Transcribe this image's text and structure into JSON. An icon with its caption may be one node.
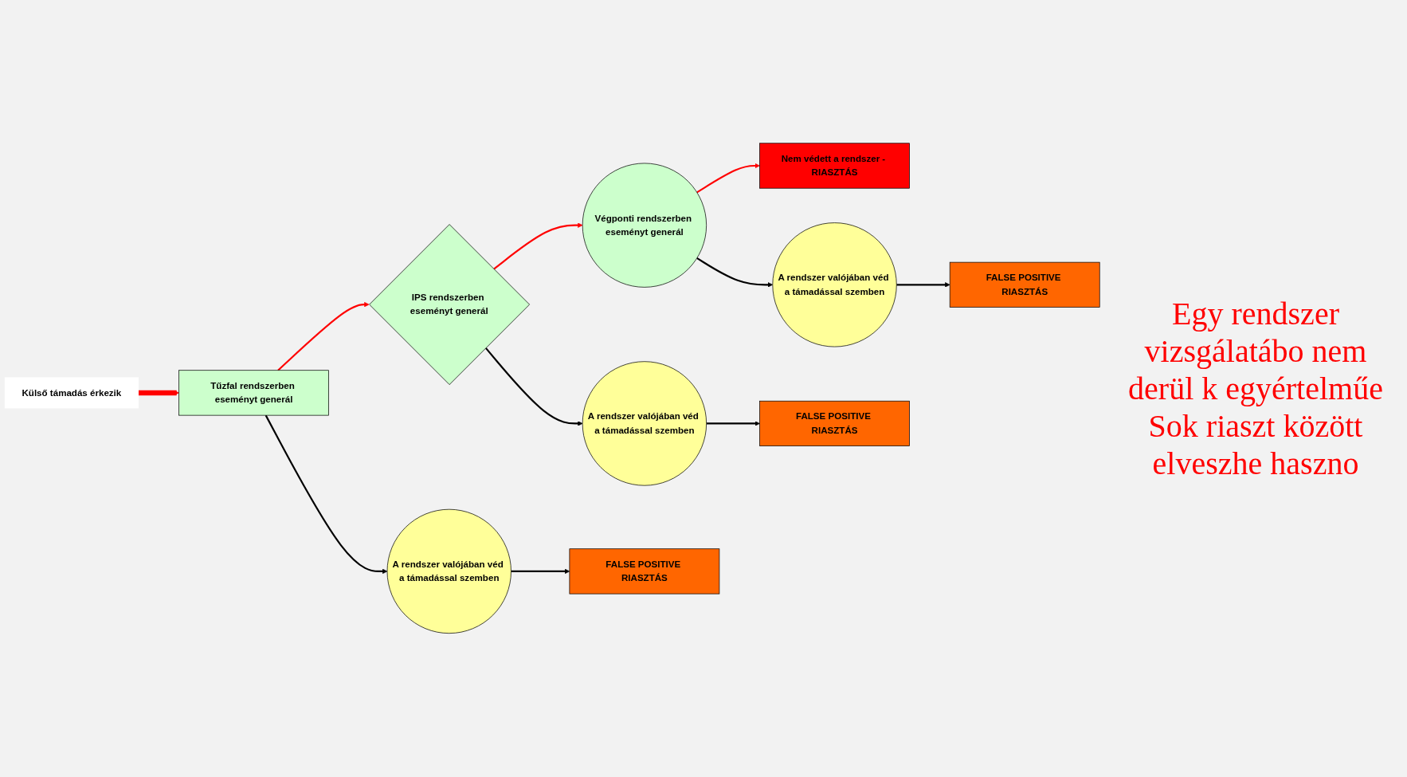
{
  "diagram": {
    "nodes": [
      {
        "text": [
          "Külső támadás érkezik"
        ]
      },
      {
        "text": [
          "Tűzfal rendszerben eseményt generál"
        ]
      },
      {
        "text": [
          "IPS rendszerben eseményt generál"
        ]
      },
      {
        "text": [
          "Végponti rendszerben eseményt generál"
        ]
      },
      {
        "text": [
          "Nem védett a rendszer - RIASZTÁS"
        ]
      },
      {
        "text": [
          "A rendszer valójában véd a támadással szemben"
        ]
      },
      {
        "text": [
          "A rendszer valójában véd a támadással szemben"
        ]
      },
      {
        "text": [
          "A rendszer valójában véd a támadással szemben"
        ]
      },
      {
        "text": [
          "FALSE POSITIVE RIASZTÁS"
        ]
      },
      {
        "text": [
          "FALSE POSITIVE RIASZTÁS"
        ]
      },
      {
        "text": [
          "FALSE POSITIVE RIASZTÁS"
        ]
      }
    ],
    "edges": [
      {
        "from": 0,
        "to": 1,
        "arrow": "to",
        "style": "thick",
        "color": "#ff0000"
      },
      {
        "from": 1,
        "to": 2,
        "arrow": "to",
        "color": "#ff0000"
      },
      {
        "from": 2,
        "to": 3,
        "arrow": "to",
        "color": "#ff0000"
      },
      {
        "from": 3,
        "to": 4,
        "arrow": "to",
        "color": "#ff0000"
      },
      {
        "from": 1,
        "to": 5,
        "arrow": "to"
      },
      {
        "from": 2,
        "to": 6,
        "arrow": "to"
      },
      {
        "from": 3,
        "to": 7,
        "arrow": "to"
      },
      {
        "from": 5,
        "to": 8,
        "arrow": "to"
      },
      {
        "from": 6,
        "to": 9,
        "arrow": "to"
      },
      {
        "from": 7,
        "to": 10,
        "arrow": "to"
      }
    ],
    "labels": [
      "Egy rendszer vizsgálatábo nem derül k egyértelműe Sok riaszt között elveszhe haszno"
    ]
  }
}
